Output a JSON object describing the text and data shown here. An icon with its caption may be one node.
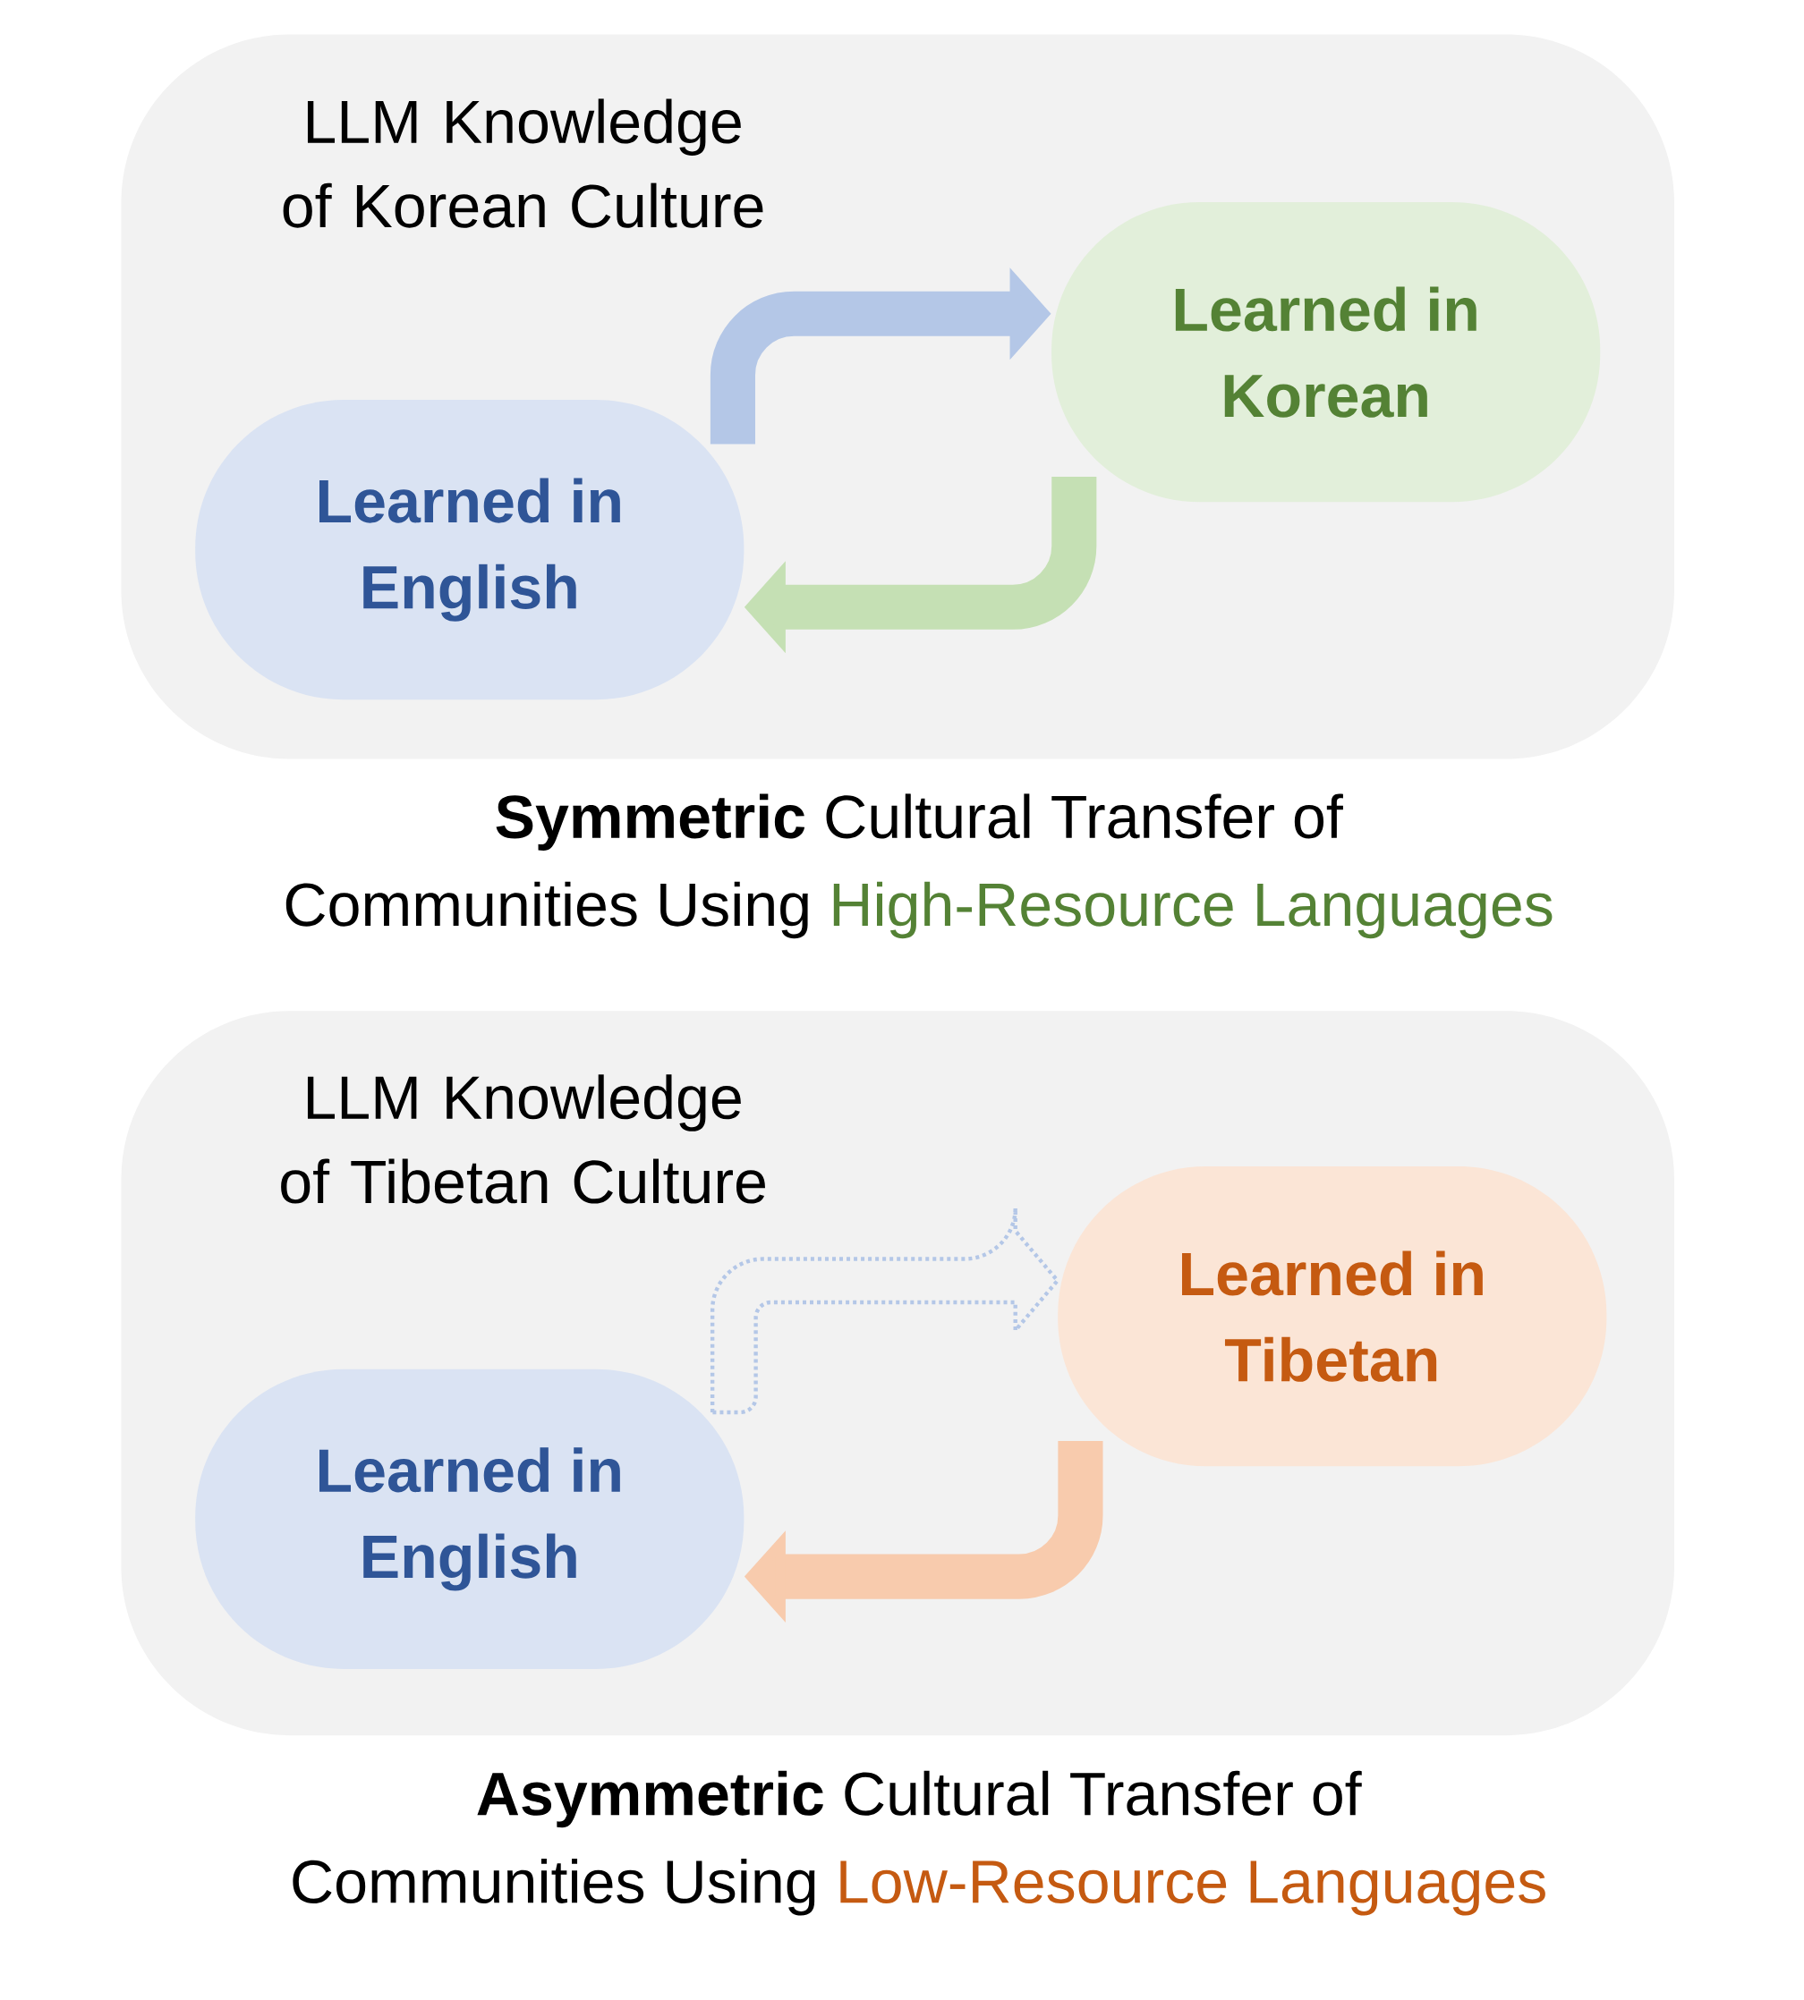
{
  "diagram": {
    "nodes": [
      {
        "text": [
          "LLM Knowledge of Korean Culture"
        ],
        "beside": [
          "**Symmetric** Cultural Transfer of",
          "Communities Using",
          "High-Resource Languages"
        ]
      },
      {
        "text": [
          "Learned in English"
        ],
        "in": 0
      },
      {
        "text": [
          "Learned in Korean"
        ],
        "in": 0
      },
      {
        "text": [
          "LLM Knowledge of Tibetan Culture"
        ],
        "beside": [
          "**Asymmetric** Cultural Transfer of",
          "Communities Using",
          "Low-Resource Languages"
        ]
      },
      {
        "text": [
          "Learned in English"
        ],
        "in": 3
      },
      {
        "text": [
          "Learned in Tibetan"
        ],
        "in": 3
      }
    ],
    "edges": [
      {
        "from": 1,
        "to": 2,
        "arrow": "to",
        "color": "#b4c7e7"
      },
      {
        "from": 2,
        "to": 1,
        "arrow": "to",
        "color": "#c5e0b4"
      },
      {
        "from": 4,
        "to": 5,
        "arrow": "to",
        "style": "dashed",
        "color": "#b4c7e7"
      },
      {
        "from": 5,
        "to": 4,
        "arrow": "to",
        "color": "#f8cbad"
      }
    ]
  }
}
